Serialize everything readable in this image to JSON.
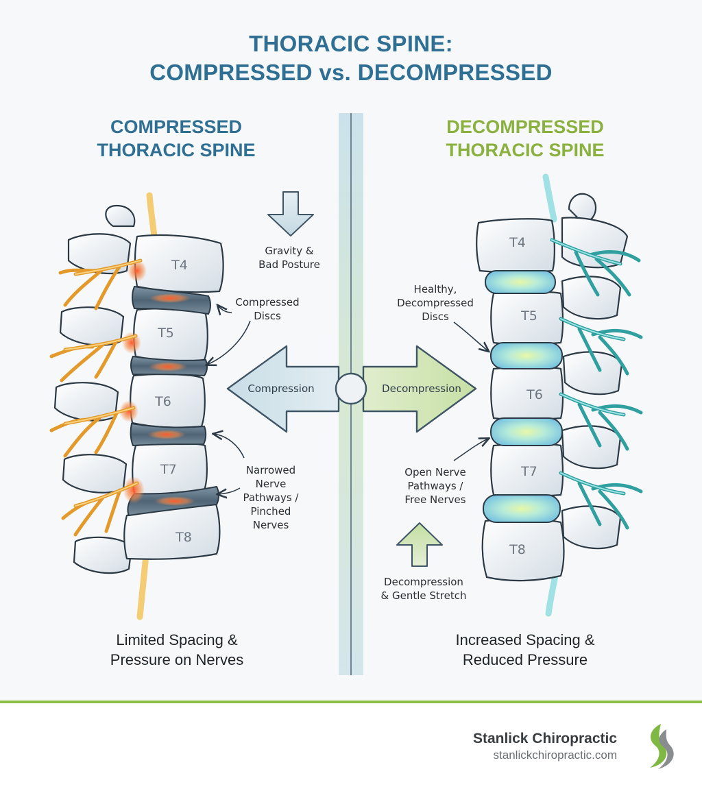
{
  "title": {
    "line1": "THORACIC SPINE:",
    "line2": "COMPRESSED vs. DECOMPRESSED"
  },
  "left": {
    "title_line1": "COMPRESSED",
    "title_line2": "THORACIC SPINE",
    "vertebrae": [
      "T4",
      "T5",
      "T6",
      "T7",
      "T8"
    ],
    "note_gravity": [
      "Gravity &",
      "Bad Posture"
    ],
    "note_discs": [
      "Compressed",
      "Discs"
    ],
    "note_nerves": [
      "Narrowed",
      "Nerve",
      "Pathways /",
      "Pinched",
      "Nerves"
    ],
    "caption": [
      "Limited Spacing &",
      "Pressure on Nerves"
    ]
  },
  "right": {
    "title_line1": "DECOMPRESSED",
    "title_line2": "THORACIC SPINE",
    "vertebrae": [
      "T4",
      "T5",
      "T6",
      "T7",
      "T8"
    ],
    "note_discs": [
      "Healthy,",
      "Decompressed",
      "Discs"
    ],
    "note_nerves": [
      "Open Nerve",
      "Pathways /",
      "Free Nerves"
    ],
    "note_stretch": [
      "Decompression",
      "& Gentle Stretch"
    ],
    "caption": [
      "Increased Spacing &",
      "Reduced Pressure"
    ]
  },
  "center": {
    "left_arrow_label": "Compression",
    "right_arrow_label": "Decompression"
  },
  "brand": {
    "name": "Stanlick Chiropractic",
    "url": "stanlickchiropractic.com",
    "logo": "s-curve-logo"
  },
  "colors": {
    "title_blue": "#2e6f93",
    "title_green": "#8ab13e",
    "nerve_compressed": "#f0a63a",
    "nerve_free": "#3aa9a6",
    "disc_compressed": "#5a6f7f",
    "disc_healthy": "#9fdbe8",
    "footer_rule": "#8dbf45"
  }
}
